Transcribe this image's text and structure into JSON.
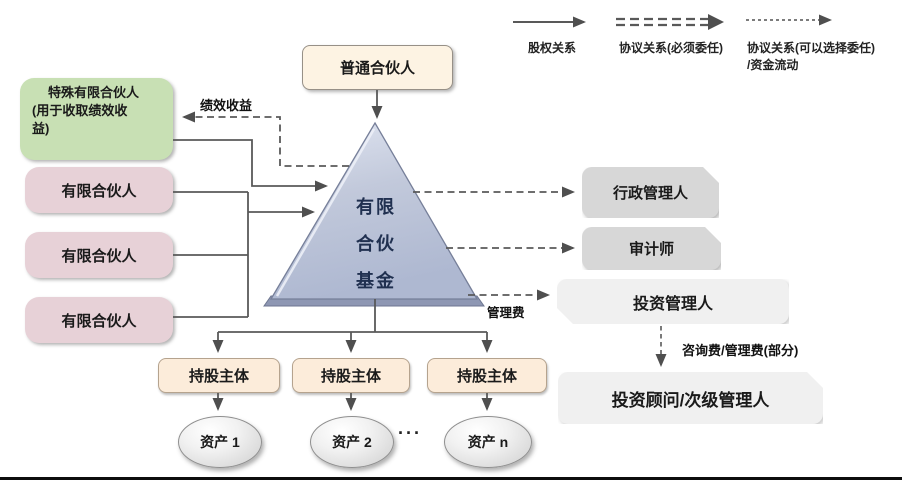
{
  "colors": {
    "background": "#ffffff",
    "connector_line": "#595959",
    "cream_box": "#fdf3e3",
    "holding_box": "#fcecda",
    "green_box": "#c8e0b4",
    "pink_box": "#e7d1d7",
    "triangle_fill": "#c2c9db",
    "triangle_text": "#203050",
    "gray_box": "#d7d7d7",
    "light_gray_box": "#f0f0f0",
    "ellipse_fill": "#e3e3e3"
  },
  "legend": {
    "items": [
      {
        "label": "股权关系",
        "style": "solid-arrow"
      },
      {
        "label": "协议关系(必须委任)",
        "style": "double-dash-arrow"
      },
      {
        "label": "协议关系(可以选择委任)",
        "label2": "/资金流动",
        "style": "dotted-arrow"
      }
    ]
  },
  "nodes": {
    "general_partner": "普通合伙人",
    "special_lp": {
      "line1": "特殊有限合伙人",
      "line2": "(用于收取绩效收",
      "line3": "益)"
    },
    "lp1": "有限合伙人",
    "lp2": "有限合伙人",
    "lp3": "有限合伙人",
    "fund": {
      "line1": "有限",
      "line2": "合伙",
      "line3": "基金"
    },
    "administrator": "行政管理人",
    "auditor": "审计师",
    "investment_manager": "投资管理人",
    "investment_advisor": "投资顾问/次级管理人",
    "holding1": "持股主体",
    "holding2": "持股主体",
    "holding3": "持股主体",
    "asset1": "资产 1",
    "asset2": "资产 2",
    "asset_n": "资产 n",
    "ellipsis": "···"
  },
  "edge_labels": {
    "performance_income": "绩效收益",
    "management_fee": "管理费",
    "advisory_fee": "咨询费/管理费(部分)"
  }
}
